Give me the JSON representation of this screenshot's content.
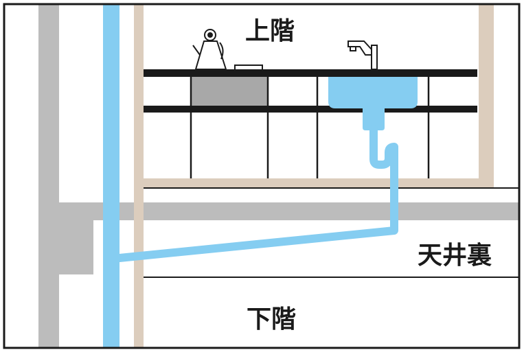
{
  "labels": {
    "upper_floor": "上階",
    "ceiling_space": "天井裏",
    "lower_floor": "下階"
  },
  "colors": {
    "outline": "#1a1a1a",
    "wall_gray": "#bcbcbc",
    "wood_frame": "#dccdbd",
    "water_pipe": "#85cdf1",
    "stove_gray": "#a8a8a8",
    "background": "#ffffff"
  },
  "icons": {
    "kettle": "kettle-icon",
    "faucet": "faucet-icon",
    "sink": "sink-basin",
    "stove": "stove-top"
  }
}
